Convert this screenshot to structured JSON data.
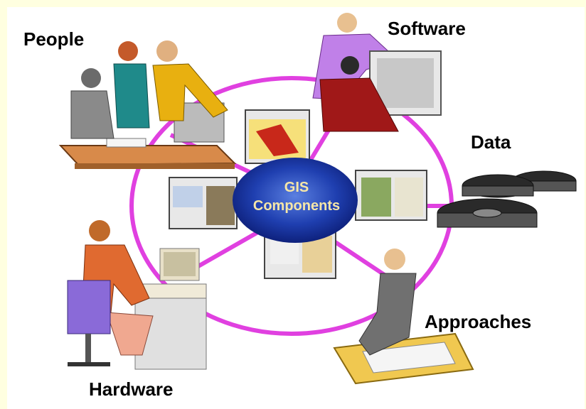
{
  "diagram": {
    "center": {
      "line1": "GIS",
      "line2": "Components"
    },
    "nodes": {
      "people": "People",
      "software": "Software",
      "data": "Data",
      "approaches": "Approaches",
      "hardware": "Hardware"
    }
  },
  "colors": {
    "frame": "#ffffe0",
    "ring": "#e040e0",
    "center_blob": "#1a3fa8",
    "center_text": "#f5e6a8"
  }
}
